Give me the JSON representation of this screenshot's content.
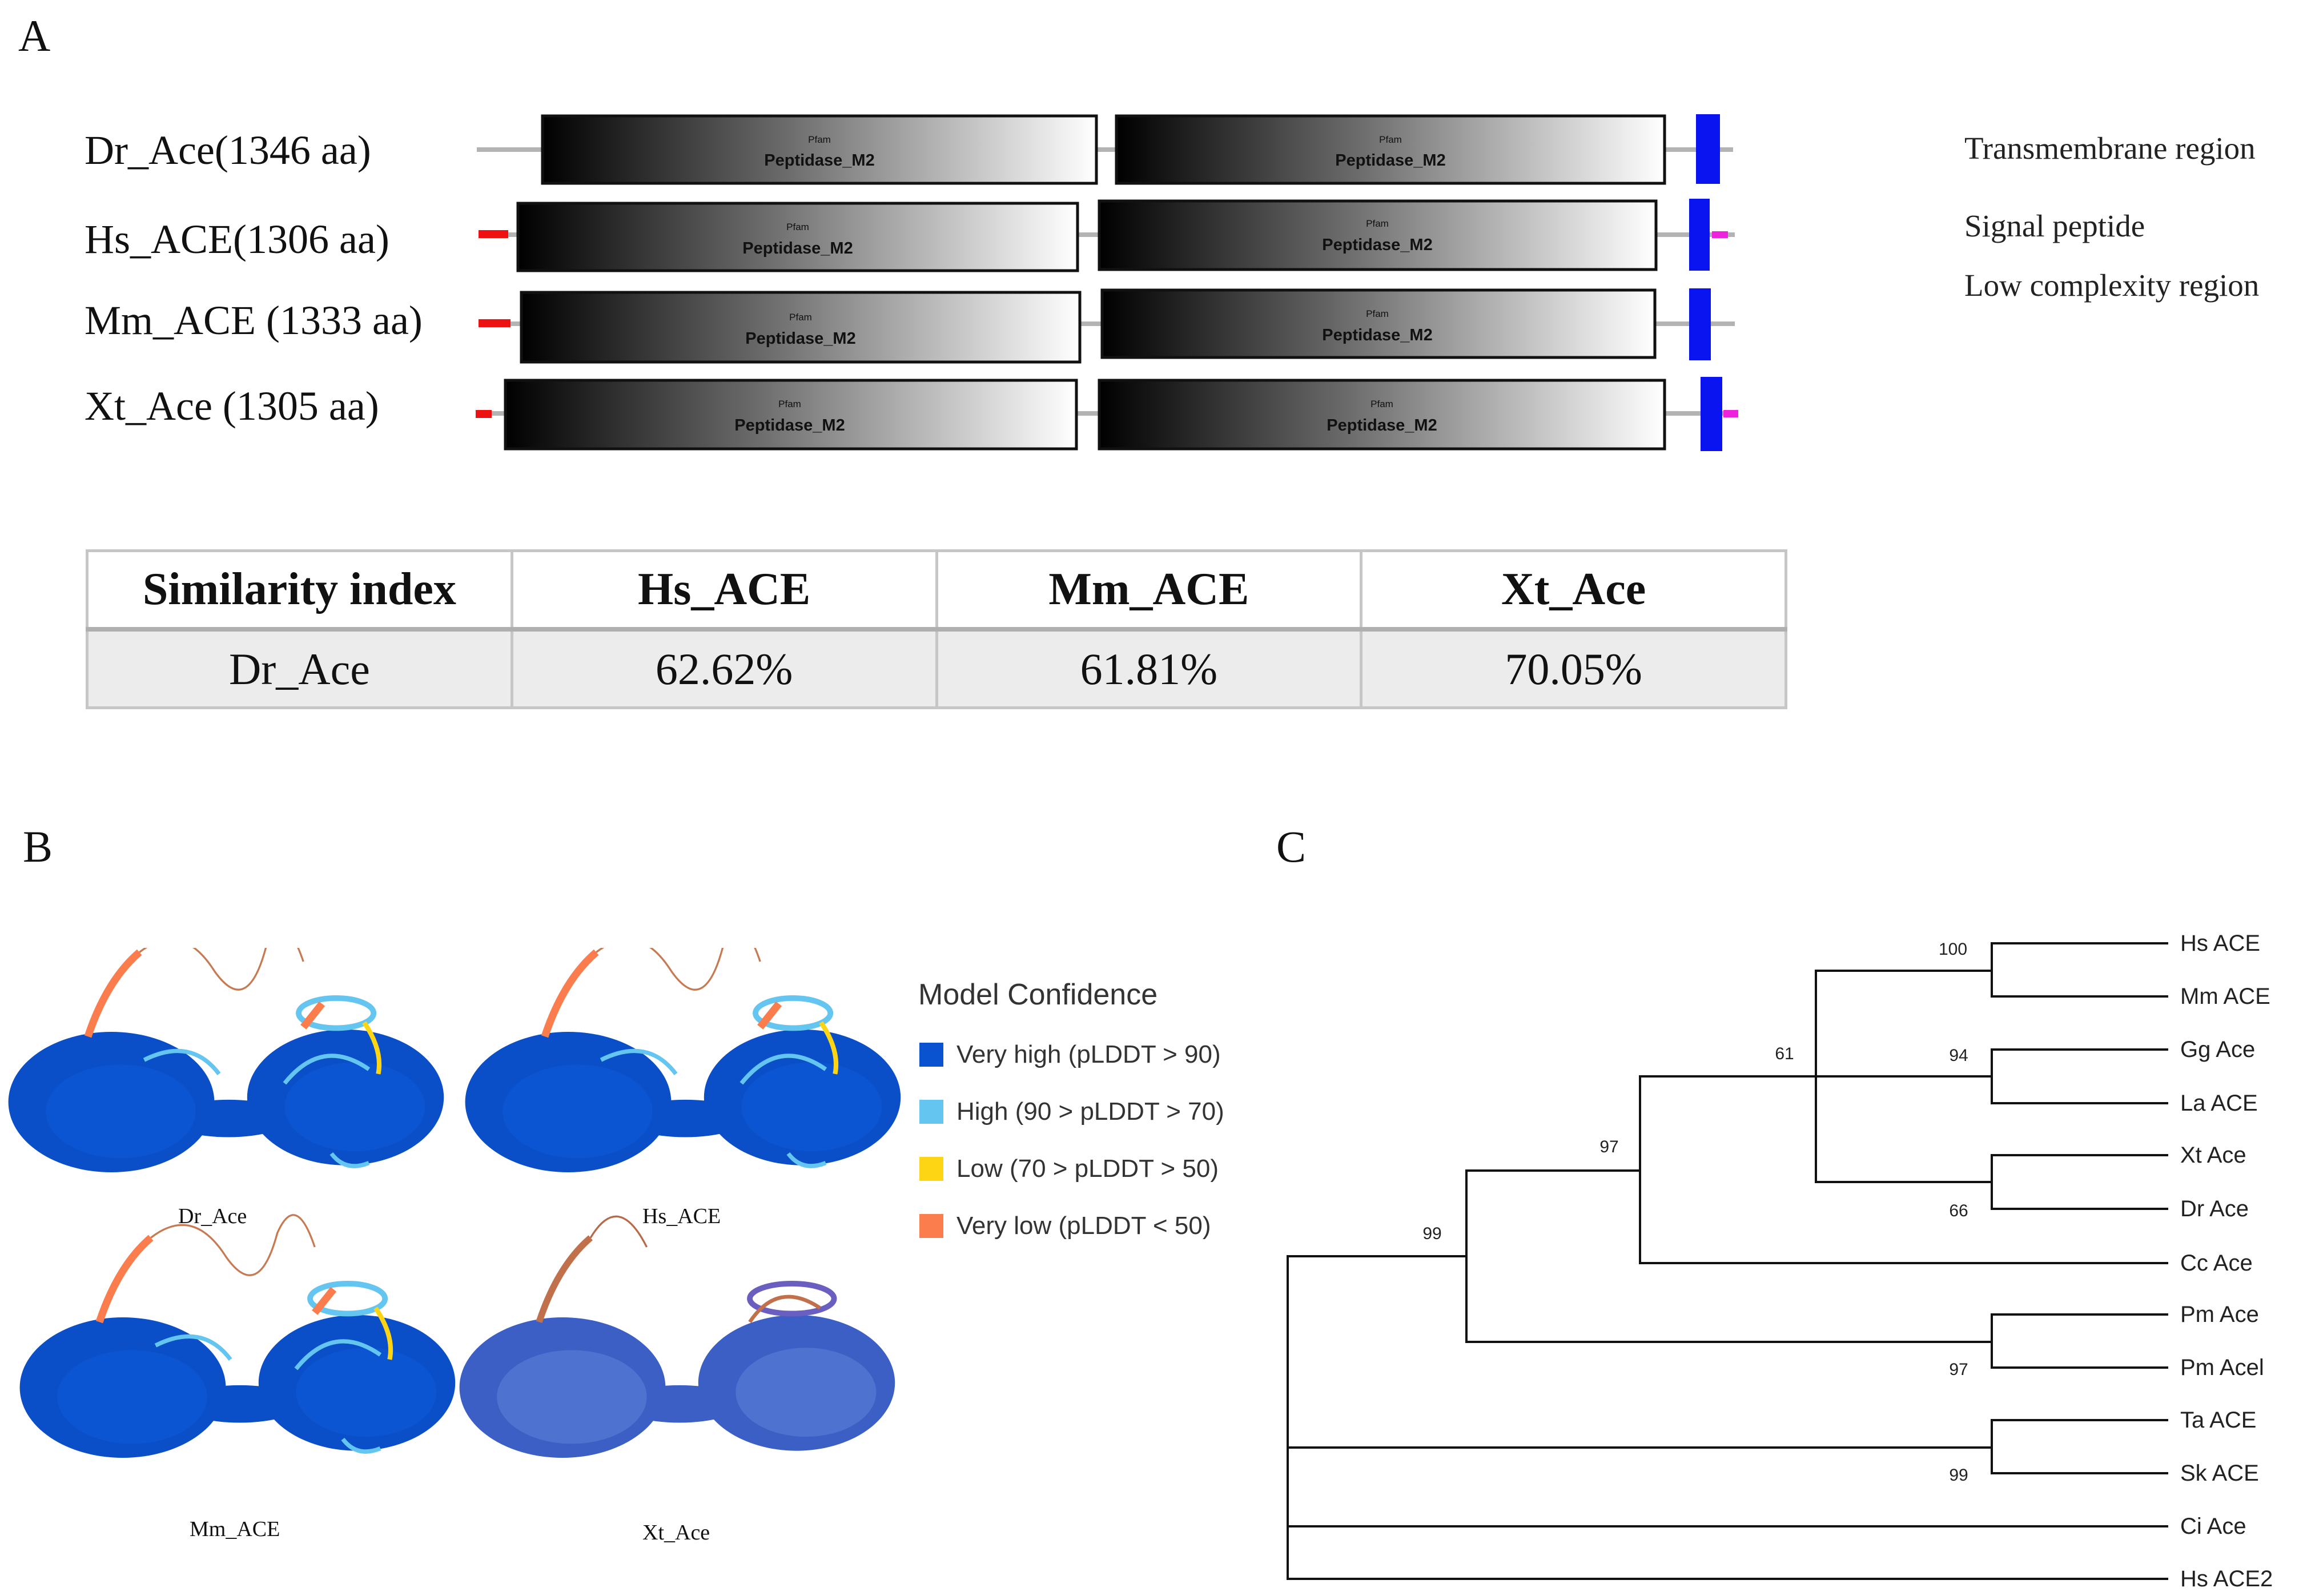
{
  "panel_letters": {
    "a": "A",
    "b": "B",
    "c": "C"
  },
  "panel_a": {
    "proteins": [
      {
        "label": "Dr_Ace(1346 aa)",
        "domain_label": "Peptidase_M2",
        "domain_source": "Pfam"
      },
      {
        "label": "Hs_ACE(1306 aa)",
        "domain_label": "Peptidase_M2",
        "domain_source": "Pfam"
      },
      {
        "label": "Mm_ACE (1333 aa)",
        "domain_label": "Peptidase_M2",
        "domain_source": "Pfam"
      },
      {
        "label": "Xt_Ace (1305 aa)",
        "domain_label": "Peptidase_M2",
        "domain_source": "Pfam"
      }
    ],
    "legend": [
      {
        "label": "Transmembrane region",
        "color": "#0a14f0"
      },
      {
        "label": "Signal peptide",
        "color": "#ee1111"
      },
      {
        "label": "Low complexity region",
        "color": "#ee22dd"
      }
    ],
    "colors": {
      "backbone": "#b3b3b3",
      "domain_dark": "#000000",
      "domain_light": "#ffffff"
    }
  },
  "similarity_table": {
    "headers": [
      "Similarity index",
      "Hs_ACE",
      "Mm_ACE",
      "Xt_Ace"
    ],
    "rows": [
      [
        "Dr_Ace",
        "62.62%",
        "61.81%",
        "70.05%"
      ]
    ]
  },
  "panel_b": {
    "structures": [
      {
        "label": "Dr_Ace",
        "style": "standard"
      },
      {
        "label": "Hs_ACE",
        "style": "standard"
      },
      {
        "label": "Mm_ACE",
        "style": "standard"
      },
      {
        "label": "Xt_Ace",
        "style": "pale"
      }
    ],
    "legend_title": "Model Confidence",
    "legend": [
      {
        "label": "Very high (pLDDT > 90)",
        "color": "#0a53d0"
      },
      {
        "label": "High (90 > pLDDT > 70)",
        "color": "#64c6f0"
      },
      {
        "label": "Low (70 > pLDDT > 50)",
        "color": "#fdd515"
      },
      {
        "label": "Very low (pLDDT < 50)",
        "color": "#fb7d4d"
      }
    ]
  },
  "panel_c": {
    "leaves": [
      "Hs ACE",
      "Mm ACE",
      "Gg Ace",
      "La ACE",
      "Xt Ace",
      "Dr Ace",
      "Cc Ace",
      "Pm Ace",
      "Pm Acel",
      "Ta ACE",
      "Sk ACE",
      "Ci Ace",
      "Hs ACE2"
    ],
    "bootstrap": [
      "100",
      "94",
      "66",
      "61",
      "97",
      "99",
      "97",
      "99"
    ]
  }
}
